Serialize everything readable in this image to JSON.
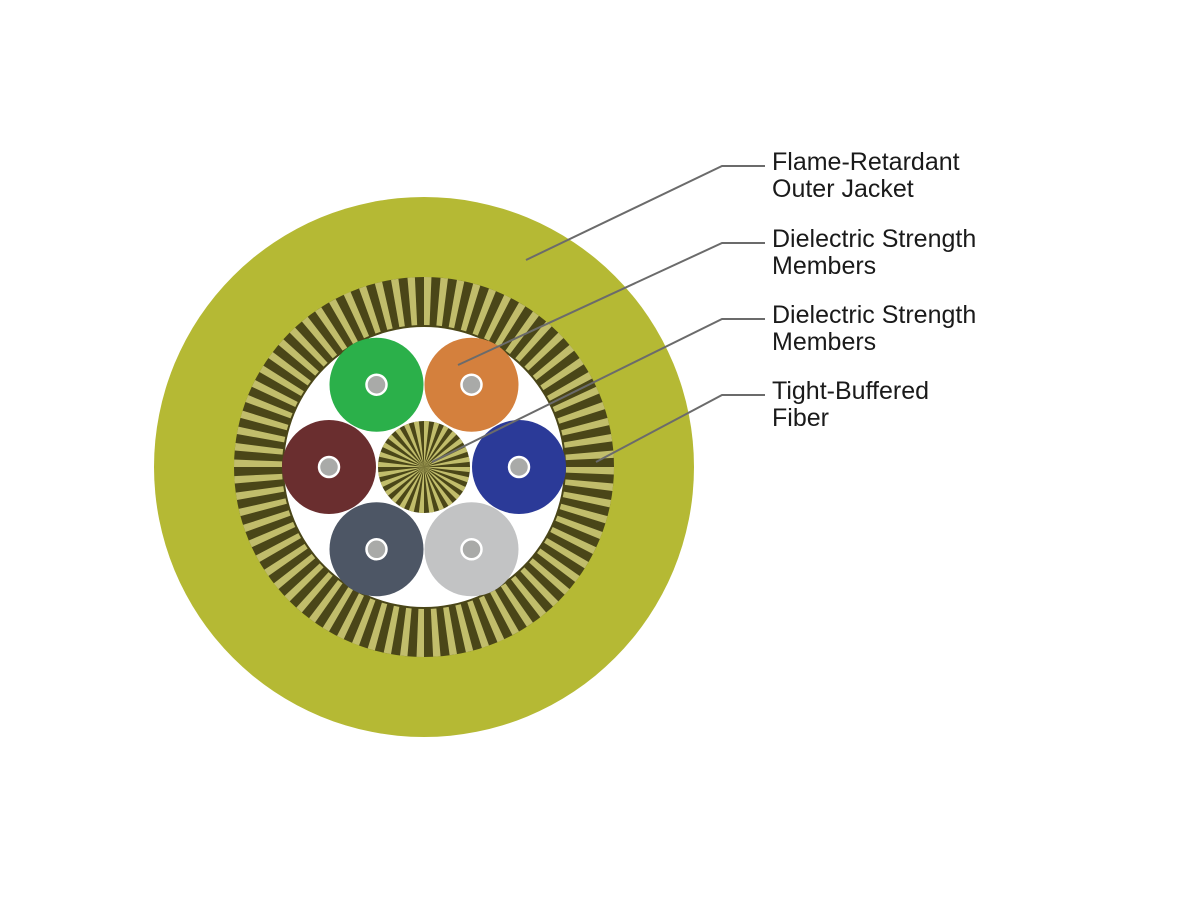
{
  "colors": {
    "jacket": "#b5b934",
    "strength_dark": "#4a4618",
    "strength_light": "#d6d27a",
    "core_fill": "#ffffff",
    "fiber_center": "#a9aaa8",
    "leader_line": "#6b6b6b",
    "text": "#1a1a1a"
  },
  "fibers": [
    {
      "name": "green-fiber",
      "color": "#2bb04a"
    },
    {
      "name": "orange-fiber",
      "color": "#d4803d"
    },
    {
      "name": "blue-fiber",
      "color": "#2b3a98"
    },
    {
      "name": "silver-fiber",
      "color": "#c2c3c4"
    },
    {
      "name": "slate-fiber",
      "color": "#4d5665"
    },
    {
      "name": "brown-fiber",
      "color": "#6a2e2f"
    }
  ],
  "labels": [
    {
      "line1": "Flame-Retardant",
      "line2": "Outer Jacket"
    },
    {
      "line1": "Dielectric Strength",
      "line2": "Members"
    },
    {
      "line1": "Dielectric Strength",
      "line2": "Members"
    },
    {
      "line1": "Tight-Buffered",
      "line2": "Fiber"
    }
  ]
}
